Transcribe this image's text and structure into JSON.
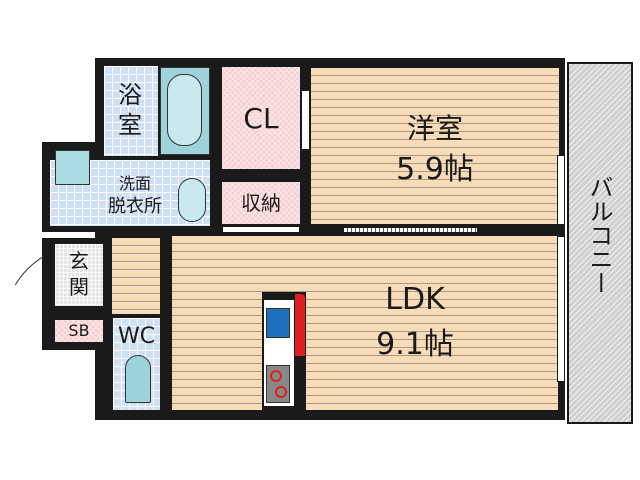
{
  "floor_plan": {
    "rooms": [
      {
        "id": "bathroom",
        "label": "浴室",
        "type": "bath"
      },
      {
        "id": "closet",
        "label": "CL",
        "type": "closet"
      },
      {
        "id": "western_room",
        "label": "洋室",
        "size": "5.9帖"
      },
      {
        "id": "washroom",
        "label_line1": "洗面",
        "label_line2": "脱衣所"
      },
      {
        "id": "storage",
        "label": "収納"
      },
      {
        "id": "entrance",
        "label": "玄関"
      },
      {
        "id": "shoe_box",
        "label": "SB"
      },
      {
        "id": "toilet",
        "label": "WC"
      },
      {
        "id": "ldk",
        "label": "LDK",
        "size": "9.1帖"
      },
      {
        "id": "balcony",
        "label": "バルコニー"
      }
    ],
    "colors": {
      "wall": "#1a1a1a",
      "wood_floor": "#f7dcb7",
      "tile_blue": "#cfe0f5",
      "closet_pink": "#f6cfd2",
      "balcony_gray": "#d0d0d0",
      "sink_blue": "#1f6fbf",
      "stove_red": "#e02020"
    }
  }
}
